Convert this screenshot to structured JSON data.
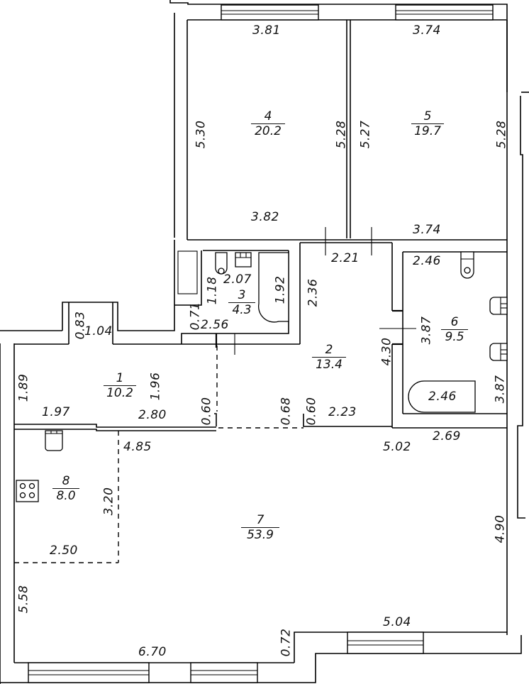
{
  "plan": {
    "type": "apartment floor plan",
    "rooms": [
      {
        "id": "room-1",
        "number": "1",
        "area": "10.2"
      },
      {
        "id": "room-2",
        "number": "2",
        "area": "13.4"
      },
      {
        "id": "room-3",
        "number": "3",
        "area": "4.3"
      },
      {
        "id": "room-4",
        "number": "4",
        "area": "20.2"
      },
      {
        "id": "room-5",
        "number": "5",
        "area": "19.7"
      },
      {
        "id": "room-6",
        "number": "6",
        "area": "9.5"
      },
      {
        "id": "room-7",
        "number": "7",
        "area": "53.9"
      },
      {
        "id": "room-8",
        "number": "8",
        "area": "8.0"
      }
    ],
    "dimensions": {
      "r4_top": "3.81",
      "r4_left": "5.30",
      "r4_right": "5.28",
      "r4_bottom": "3.82",
      "r5_top": "3.74",
      "r5_left": "5.27",
      "r5_right": "5.28",
      "r5_bottom": "3.74",
      "r3_width": "2.07",
      "r3_depth": "1.18",
      "r3_bath": "1.92",
      "r3_niche": "0.71",
      "r3_bottom": "2.56",
      "r2_top": "2.21",
      "r2_left": "2.36",
      "r2_right": "4.30",
      "r2_bottom": "2.23",
      "r2_jamb_a": "0.68",
      "r2_jamb_b": "0.60",
      "r6_top": "2.46",
      "r6_left": "3.87",
      "r6_right": "3.87",
      "r6_bath": "2.46",
      "r1_niche_depth": "0.83",
      "r1_niche_width": "1.04",
      "r1_left": "1.89",
      "r1_inner": "1.96",
      "r1_bottom_left": "1.97",
      "r1_bottom_right": "2.80",
      "r1_jamb": "0.60",
      "r7_top_left": "4.85",
      "r7_top_mid": "5.02",
      "r7_top_right": "2.69",
      "r7_right": "4.90",
      "r7_bottom_right": "5.04",
      "r7_step": "0.72",
      "r7_bottom_left": "6.70",
      "r7_left": "5.58",
      "r8_depth": "3.20",
      "r8_width": "2.50"
    },
    "icons": [
      "toilet-icon",
      "sink-icon",
      "bathtub-icon",
      "stove-icon",
      "window-icon",
      "door-swing-icon"
    ]
  }
}
